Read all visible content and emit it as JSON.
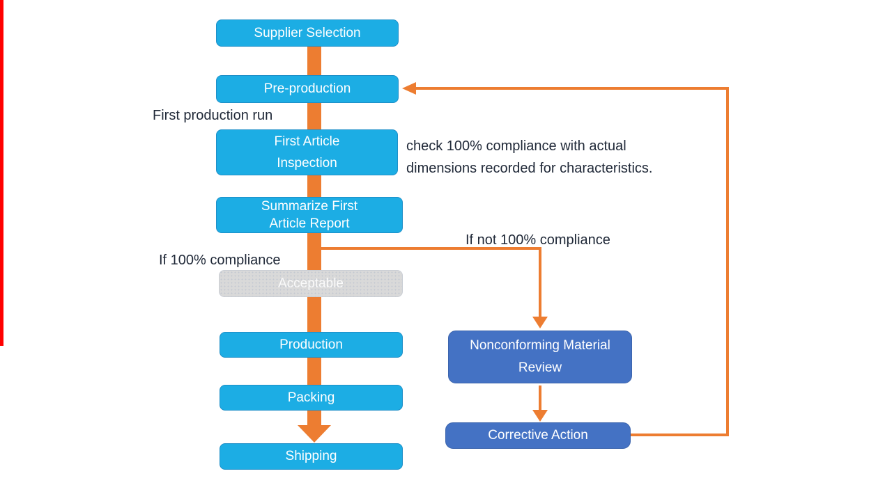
{
  "nodes": {
    "supplier_selection": "Supplier Selection",
    "pre_production": "Pre-production",
    "first_article_inspection": "First Article Inspection",
    "summarize_first_article_report": "Summarize First Article Report",
    "acceptable": "Acceptable",
    "production": "Production",
    "packing": "Packing",
    "shipping": "Shipping",
    "nonconforming_material_review": "Nonconforming Material Review",
    "corrective_action": "Corrective Action"
  },
  "annotations": {
    "first_production_run": "First production run",
    "compliance_note_line1": "check 100% compliance with actual",
    "compliance_note_line2": "dimensions recorded for characteristics.",
    "if_not_compliance": "If not 100% compliance",
    "if_compliance": "If 100% compliance"
  },
  "colors": {
    "process_fill": "#1CADE4",
    "process_border": "#1E8FC8",
    "review_fill": "#4472C4",
    "decision_fill": "#D9D9D9",
    "connector_orange": "#ED7D31",
    "feedback_red": "#FF0000",
    "annotation_text": "#202938",
    "node_text": "#FFFFFF",
    "background": "#FFFFFF"
  }
}
